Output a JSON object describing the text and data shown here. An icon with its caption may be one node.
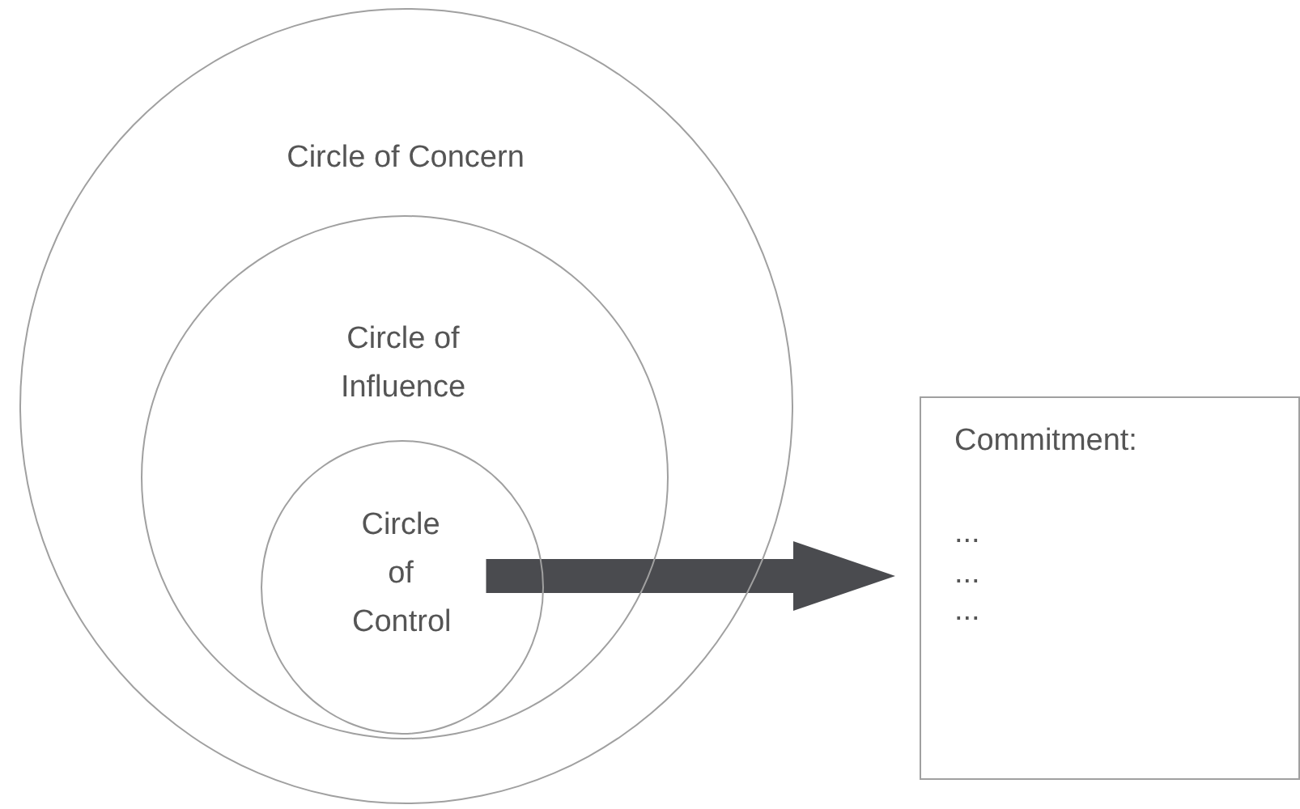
{
  "diagram": {
    "nodes": [
      {
        "text": [
          "Circle of Concern"
        ]
      },
      {
        "text": [
          "Circle of Influence"
        ],
        "in": 0
      },
      {
        "text": [
          "Circle of Control"
        ],
        "in": 1
      },
      {
        "text": [
          "Commitment:",
          "...",
          "...",
          "..."
        ]
      }
    ],
    "edges": [
      {
        "from": 2,
        "to": 3,
        "arrow": "to",
        "color": "#4a4b4f"
      }
    ]
  }
}
